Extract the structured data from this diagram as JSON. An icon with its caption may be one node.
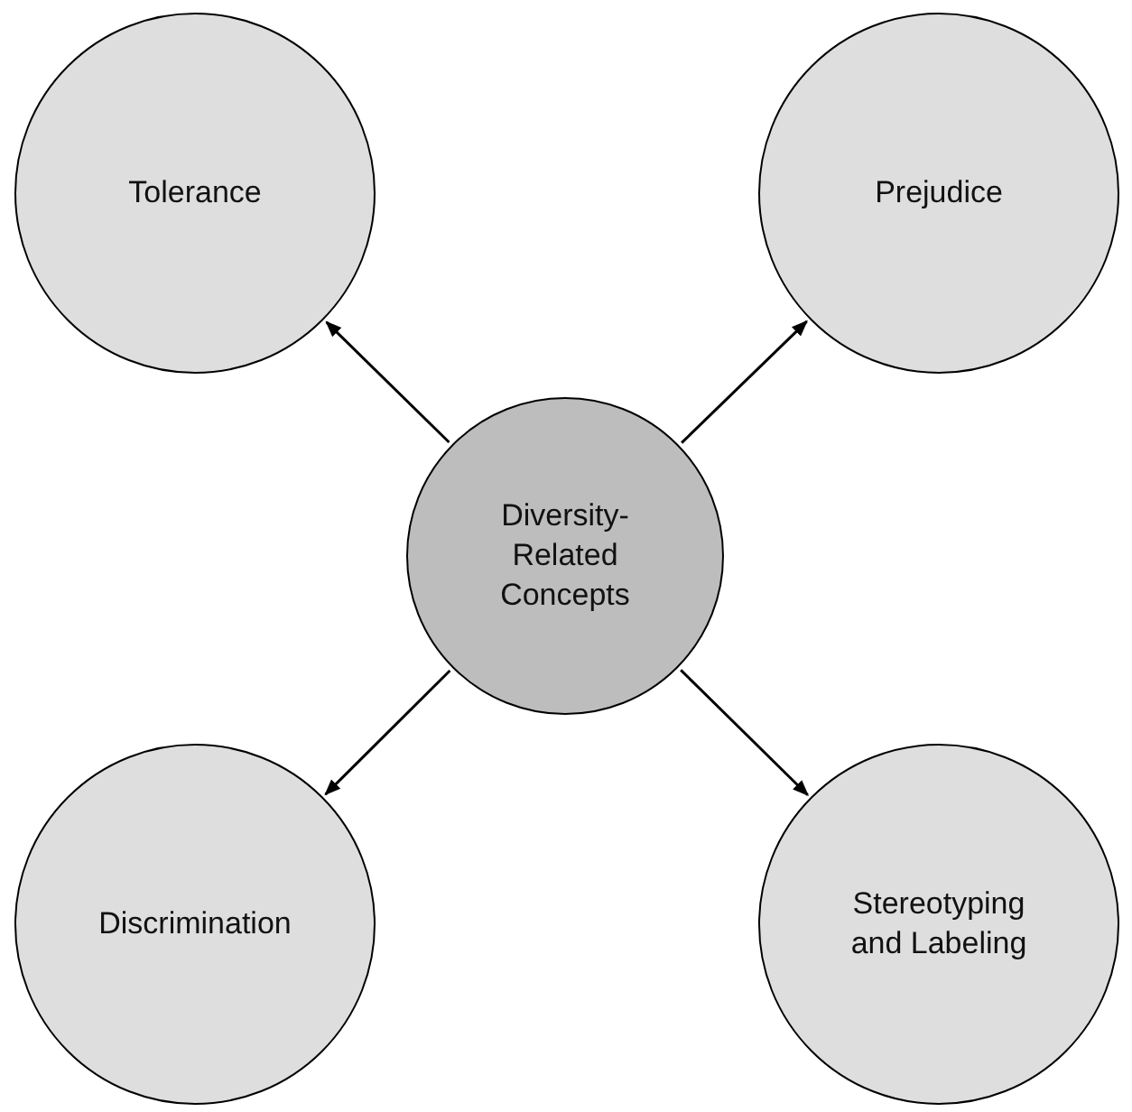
{
  "diagram": {
    "nodes": [
      {
        "text": [
          "Tolerance"
        ]
      },
      {
        "text": [
          "Prejudice"
        ]
      },
      {
        "text": [
          "Diversity-Related Concepts"
        ]
      },
      {
        "text": [
          "Discrimination"
        ]
      },
      {
        "text": [
          "Stereotyping and Labeling"
        ]
      }
    ],
    "edges": [
      {
        "from": 2,
        "to": 0,
        "arrow": "to"
      },
      {
        "from": 2,
        "to": 1,
        "arrow": "to"
      },
      {
        "from": 2,
        "to": 3,
        "arrow": "to"
      },
      {
        "from": 2,
        "to": 4,
        "arrow": "to"
      }
    ]
  }
}
